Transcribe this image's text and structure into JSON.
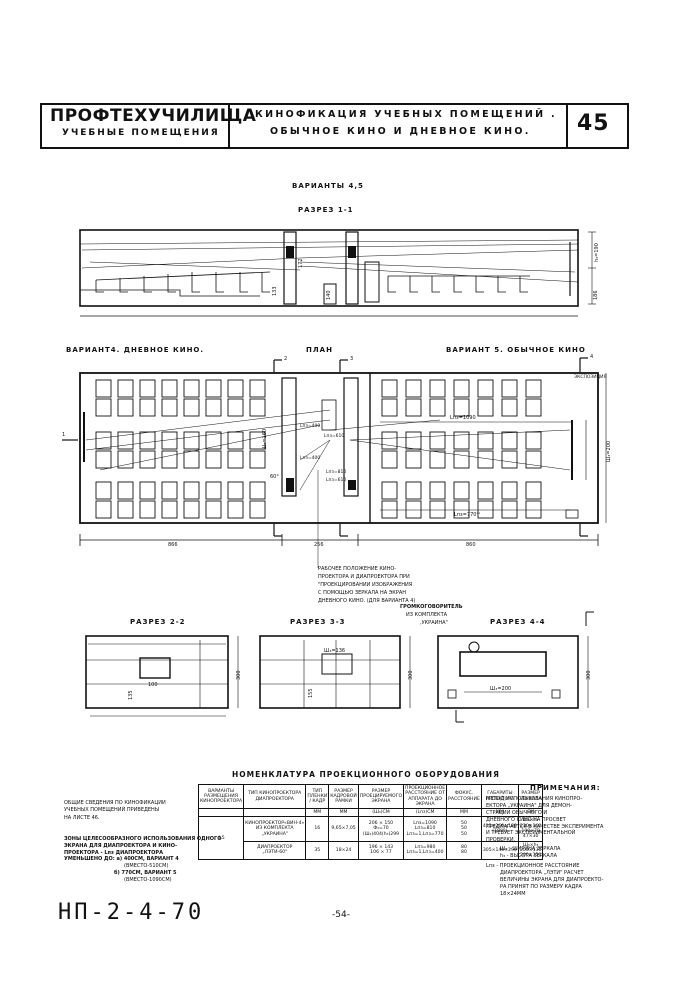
{
  "header": {
    "title": "ПРОФТЕХУЧИЛИЩА",
    "subtitle": "УЧЕБНЫЕ ПОМЕЩЕНИЯ",
    "topic_line1": "КИНОФИКАЦИЯ УЧЕБНЫХ ПОМЕЩЕНИЙ .",
    "topic_line2": "ОБЫЧНОЕ КИНО И ДНЕВНОЕ КИНО.",
    "sheet_number": "45"
  },
  "section_1": {
    "variants": "ВАРИАНТЫ 4,5",
    "title": "РАЗРЕЗ 1-1",
    "dim_h": "h₃=190",
    "dim_133": "133",
    "dim_186": "186",
    "dim_172": "172",
    "dim_140": "140"
  },
  "plan": {
    "title": "ПЛАН",
    "variant4": "ВАРИАНТ4. ДНЕВНОЕ КИНО.",
    "variant5": "ВАРИАНТ 5. ОБЫЧНОЕ КИНО",
    "mark_2": "2",
    "mark_3": "3",
    "mark_4": "4",
    "mark_1": "1",
    "dim_left": "866",
    "dim_mid": "256",
    "dim_right": "860",
    "screen_w": "Ш₃=200",
    "lp_right": "Lпз=1090",
    "lp_bottom": "Lпз=770⁴ˢ",
    "label_left_vert": "Ш₃=160",
    "angle": "60°",
    "corner_label": "ЭКСПОЗИЦИЯ",
    "ann_1": "Lпз=400",
    "ann_2": "Lпз=400",
    "ann_3": "Lпз=610",
    "ann_4": "Lпз=810",
    "ann_5": "Lпз=610"
  },
  "callout": {
    "line1": "РАБОЧЕЕ ПОЛОЖЕНИЕ КИНО-",
    "line2": "ПРОЕКТОРА И ДИАПРОЕКТОРА ПРИ",
    "line3": "\"ПРОЕКЦИРОВАНИИ ИЗОБРАЖЕНИЯ",
    "line4": "С ПОМОЩЬЮ ЗЕРКАЛА НА ЭКРАН",
    "line5": "ДНЕВНОГО КИНО. (ДЛЯ ВАРИАНТА 4)"
  },
  "sections": {
    "s22": "РАЗРЕЗ 2-2",
    "s33": "РАЗРЕЗ 3-3",
    "s44": "РАЗРЕЗ 4-4",
    "h300a": "300",
    "h300b": "300",
    "h300c": "300",
    "dim_100": "100",
    "dim_135": "135",
    "dim_155": "155",
    "w200": "Ш₃=200",
    "wp": "Ш₃=136",
    "speaker_label_1": "ГРОМКОГОВОРИТЕЛЬ",
    "speaker_label_2": "ИЗ КОМПЛЕКТА",
    "speaker_label_3": ",УКРАИНА\""
  },
  "nomenclature": {
    "title": "НОМЕНКЛАТУРА ПРОЕКЦИОННОГО ОБОРУДОВАНИЯ",
    "headers": [
      "ВАРИАНТЫ РАЗМЕЩЕНИЯ КИНОПРОЕКТОРА",
      "ТИП КИНОПРОЕКТОРА ДИАПРОЕКТОРА",
      "ТИП ПЛЕНКИ / КАДР",
      "РАЗМЕР КАДРОВОЙ РАМКИ",
      "РАЗМЕР ПРОЕЦИРУЕМОГО ЭКРАНА",
      "ПРОЕКЦИОННОЕ РАССТОЯНИЕ ОТ АППАРАТА ДО ЭКРАНА",
      "ФОКУС. РАССТОЯНИЕ",
      "ГАБАРИТЫ ПРОЕКТОРА",
      "РАЗМЕР ЗЕРКАЛА"
    ],
    "units": [
      "",
      "",
      "ММ",
      "ММ",
      "(Ш₃)СМ",
      "(Lпз)СМ",
      "ММ",
      "ММ",
      "СМ"
    ],
    "row_variant": "4,5",
    "r1_type": "КИНОПРОЕКТОР«ВИН-4» ИЗ КОМПЛЕКТА „УКРАИНА\"",
    "r1_film": "16",
    "r1_frame": "9,65×7,05",
    "r1_screen_a": "206 × 150",
    "r1_screen_b": "Ф₃=70",
    "r1_screen_c": "(Ш₃)404(h₃)299",
    "r1_dist_a": "Lпз=1090",
    "r1_dist_b": "Lпз=810",
    "r1_dist_c": "Lпз=1,Lпз=770",
    "r1_focus_a": "50",
    "r1_focus_b": "50",
    "r1_focus_c": "50",
    "r1_dims": "415×260×180 (1000)",
    "r1_mirror_a": "Ш₃×h₃ 230×160",
    "r1_mirror_b": "100×70",
    "r1_mirror_c": "47×30",
    "r2_type": "ДИАПРОЕКТОР „ЛЭТИ-60\"",
    "r2_film": "35",
    "r2_frame": "18×24",
    "r2_screen_a": "196 × 143",
    "r2_screen_b": "106 × 77",
    "r2_dist_a": "Lпз=980",
    "r2_dist_b": "Lпз=1,Lпз=400",
    "r2_focus_a": "80",
    "r2_focus_b": "80",
    "r2_dims": "305×140×290",
    "r2_mirror_a": "Ш₃×h₃ 200×130",
    "r2_mirror_b": "200×150"
  },
  "left_notes": {
    "line1": "ОБЩИЕ СВЕДЕНИЯ ПО КИНОФИКАЦИИ",
    "line2": "УЧЕБНЫХ ПОМЕЩЕНИЙ ПРИВЕДЕНЫ",
    "line3": "НА ЛИСТЕ 46.",
    "line4": "ЗОНЫ ЦЕЛЕСООБРАЗНОГО ИСПОЛЬЗОВАНИЯ ОДНОГО",
    "line5": "ЭКРАНА ДЛЯ ДИАПРОЕКТОРА И КИНО-",
    "line6": "ПРОЕКТОРА - Lпз ДИАПРОЕКТОРА",
    "line7": "УМЕНЬШЕНО ДО: а) 400СМ, ВАРИАНТ 4",
    "line8": "(ВМЕСТО-510СМ)",
    "line9": "б) 770СМ, ВАРИАНТ 5",
    "line10": "(ВМЕСТО-1090СМ)"
  },
  "right_notes": {
    "title": "ПРИМЕЧАНИЯ:",
    "line1": "МЕТОД ИСПОЛЬЗОВАНИЯ КИНОПРО-",
    "line2": "ЕКТОРА „УКРАИНА\" ДЛЯ ДЕМОН-",
    "line3": "СТРАЦИИ ОБЫЧНОГО И",
    "line4": "ДНЕВНОГО КИНО НА ПРОСВЕТ",
    "line5": "ПРЕДЛАГАЕТСЯ В КАЧЕСТВЕ ЭКСПЕРИМЕНТА",
    "line6": "И ТРЕБУЕТ ЭКСПЕРИМЕНТАЛЬНОЙ",
    "line7": "ПРОВЕРКИ.",
    "line8": "Ш₃ - ШИРИНА ЗЕРКАЛА",
    "line9": "h₃ - ВЫСОТА ЗЕРКАЛА",
    "line10": "Lпз - ПРОЕКЦИОННОЕ РАССТОЯНИЕ",
    "line11": "ДИАПРОЕКТОРА „ЛЭТИ\" РАСЧЕТ",
    "line12": "ВЕЛИЧИНЫ ЭКРАНА ДЛЯ ДИАПРОЕКТО-",
    "line13": "РА ПРИНЯТ ПО РАЗМЕРУ КАДРА",
    "line14": "18×24ММ"
  },
  "footer": {
    "code": "НП-2-4-70",
    "page": "-54-"
  }
}
